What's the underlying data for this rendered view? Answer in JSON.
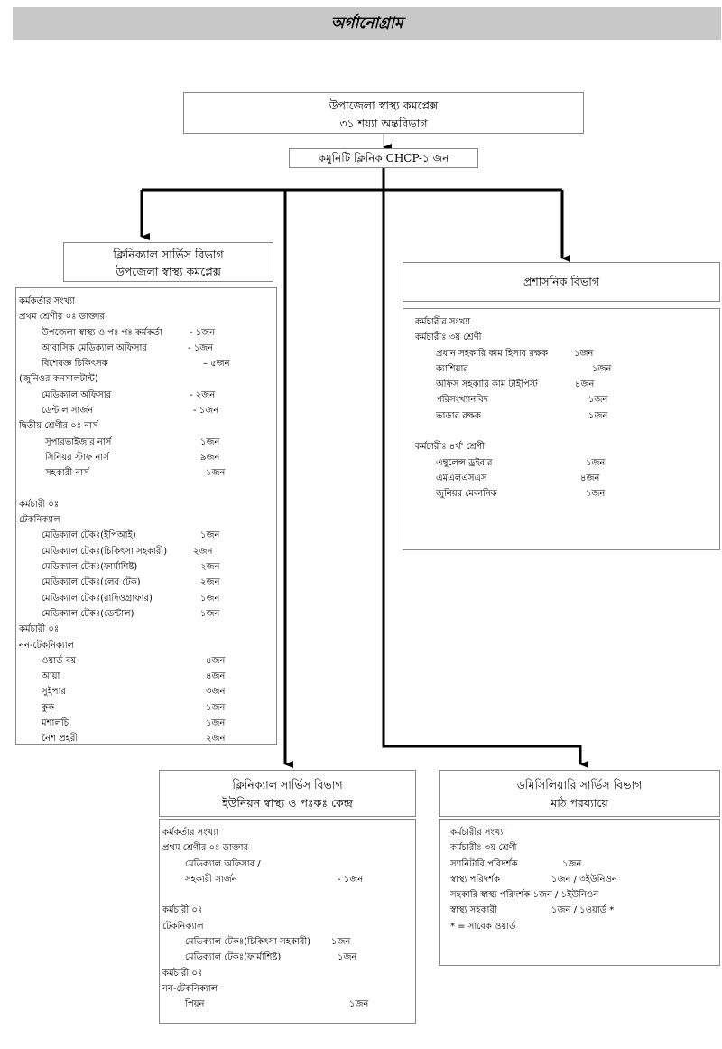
{
  "title": "অর্গানোগ্রাম",
  "top": {
    "line1": "উপাজেলা স্বাস্থ্য কমপ্লেক্স",
    "line2": "৩১ শয্যা অন্তবিভাগ",
    "chcp": "কমুনিটি ক্লিনিক CHCP-১ জন"
  },
  "clinical_uhc": {
    "header1": "ক্লিনিক্যাল সার্ভিস বিভাগ",
    "header2": "উপজেলা স্বাস্থ্য কমপ্লেক্স",
    "lines": [
      {
        "text": "কর্মকর্তার সংখ্যা",
        "value": ""
      },
      {
        "text": "প্রথম শ্রেণীর ০ঃ ডাক্তার",
        "value": ""
      },
      {
        "text": "উপজেলা স্বাস্থ্য ও পঃ পঃ কর্মকর্তা",
        "value": "- ১জন"
      },
      {
        "text": "আবাসিক মেডিক্যাল অফিসার",
        "value": "- ১জন"
      },
      {
        "text": "বিশেষজ্ঞ চিকিৎসক",
        "value": "– ৫জন"
      },
      {
        "text": "(জুনিওর কনসালটান্ট)",
        "value": ""
      },
      {
        "text": "মেডিক্যাল অফিসার",
        "value": "- ২জন"
      },
      {
        "text": "ডেন্টাল সার্জন",
        "value": "- ১জন"
      },
      {
        "text": "দ্বিতীয় শ্রেণীর ০ঃ নার্স",
        "value": ""
      },
      {
        "text": "সুপারভাইজার নার্স",
        "value": "১জন"
      },
      {
        "text": "সিনিয়র স্টাফ নার্স",
        "value": "৯জন"
      },
      {
        "text": "সহকারী নার্স",
        "value": "১জন"
      },
      {
        "text": "",
        "value": ""
      },
      {
        "text": "কর্মচারী ০ঃ",
        "value": ""
      },
      {
        "text": "টেকনিক্যাল",
        "value": ""
      },
      {
        "text": "মেডিক্যাল টেকঃ(ইপিআই)",
        "value": "১জন"
      },
      {
        "text": "মেডিক্যাল টেকঃ(চিকিৎসা সহকারী)",
        "value": "২জন"
      },
      {
        "text": "মেডিক্যাল টেকঃ(ফার্মাশিষ্ট)",
        "value": "২জন"
      },
      {
        "text": "মেডিক্যাল টেকঃ(লেব টেক)",
        "value": "২জন"
      },
      {
        "text": "মেডিক্যাল টেকঃ(রাদিওগ্রাফার)",
        "value": "১জন"
      },
      {
        "text": "মেডিক্যাল টেকঃ(ডেন্টাল)",
        "value": "১জন"
      },
      {
        "text": "কর্মচারী ০ঃ",
        "value": ""
      },
      {
        "text": "নন-টেকনিক্যাল",
        "value": ""
      },
      {
        "text": "ওয়ার্ড বয়",
        "value": "৪জন"
      },
      {
        "text": "আয়া",
        "value": "৪জন"
      },
      {
        "text": "সুইপার",
        "value": "৩জন"
      },
      {
        "text": "কুক",
        "value": "১জন"
      },
      {
        "text": "মশালচি",
        "value": "১জন"
      },
      {
        "text": "নৈশ প্রহরী",
        "value": "২জন"
      }
    ]
  },
  "admin": {
    "header": "প্রশাসনিক বিভাগ",
    "lines": [
      {
        "text": "কর্মচারীর সংখ্যা",
        "value": ""
      },
      {
        "text": "কর্মচারীঃ ৩য় শ্রেণী",
        "value": ""
      },
      {
        "text": "প্রধান সহকারি কাম হিসাব রক্ষক",
        "value": "১জন"
      },
      {
        "text": "ক্যাশিয়ার",
        "value": "১জন"
      },
      {
        "text": "অফিস সহকারি কাম টাইপিস্ট",
        "value": "৪জন"
      },
      {
        "text": "পরিসংখ্যানবিদ",
        "value": "১জন"
      },
      {
        "text": "ভাডার রক্ষক",
        "value": "১জন"
      },
      {
        "text": "",
        "value": ""
      },
      {
        "text": "কর্মচারীঃ ৪র্থ' শ্রেণী",
        "value": ""
      },
      {
        "text": "এম্বুলেন্স ড্রইবার",
        "value": "১জন"
      },
      {
        "text": "এমএলএসএস",
        "value": "৪জন"
      },
      {
        "text": "জুনিয়র মেকানিক",
        "value": "১জন"
      }
    ]
  },
  "clinical_union": {
    "header1": "ক্লিনিক্যাল সার্ভিস বিভাগ",
    "header2": "ইউনিয়ন স্বাস্থ্য ও পঃকঃ কেন্দ্র",
    "lines": [
      {
        "text": "কর্মকর্তার সংখ্যা",
        "value": ""
      },
      {
        "text": "প্রথম শ্রেণীর ০ঃ ডাক্তার",
        "value": ""
      },
      {
        "text": "মেডিক্যাল অফিসার /",
        "value": ""
      },
      {
        "text": "সহকারী সার্জন",
        "value": "- ১জন"
      },
      {
        "text": "",
        "value": ""
      },
      {
        "text": "কর্মচারী ০ঃ",
        "value": ""
      },
      {
        "text": "টেকনিক্যাল",
        "value": ""
      },
      {
        "text": "মেডিক্যাল টেকঃ(চিকিৎসা সহকারী)",
        "value": "১জন"
      },
      {
        "text": "মেডিক্যাল টেকঃ(ফার্মাশিষ্ট)",
        "value": "১জন"
      },
      {
        "text": "কর্মচারী ০ঃ",
        "value": ""
      },
      {
        "text": "নন-টেকনিক্যাল",
        "value": ""
      },
      {
        "text": "পিয়ন",
        "value": "১জন"
      }
    ]
  },
  "domiciliary": {
    "header1": "ডমিসিলিয়ারি সার্ভিস বিভাগ",
    "header2": "মাঠ পরয্যায়ে",
    "lines": [
      {
        "text": "কর্মচারীর সংখ্যা",
        "value": ""
      },
      {
        "text": "কর্মচারীঃ ৩য় শ্রেণী",
        "value": ""
      },
      {
        "text": "স্যানিটারি পরিদর্শক",
        "value": "১জন"
      },
      {
        "text": "স্বাস্থ্য পরিদর্শক",
        "value": "১জন / ৩ইউনিওন"
      },
      {
        "text": "সহকারি স্বাস্থ্য পরিদর্শক ১জন / ১ইউনিওন",
        "value": ""
      },
      {
        "text": "স্বাস্থ্য সহকারী",
        "value": "১জন / ১ওয়ার্ড *"
      },
      {
        "text": "* = সাবেক ওয়ার্ড",
        "value": ""
      }
    ]
  }
}
